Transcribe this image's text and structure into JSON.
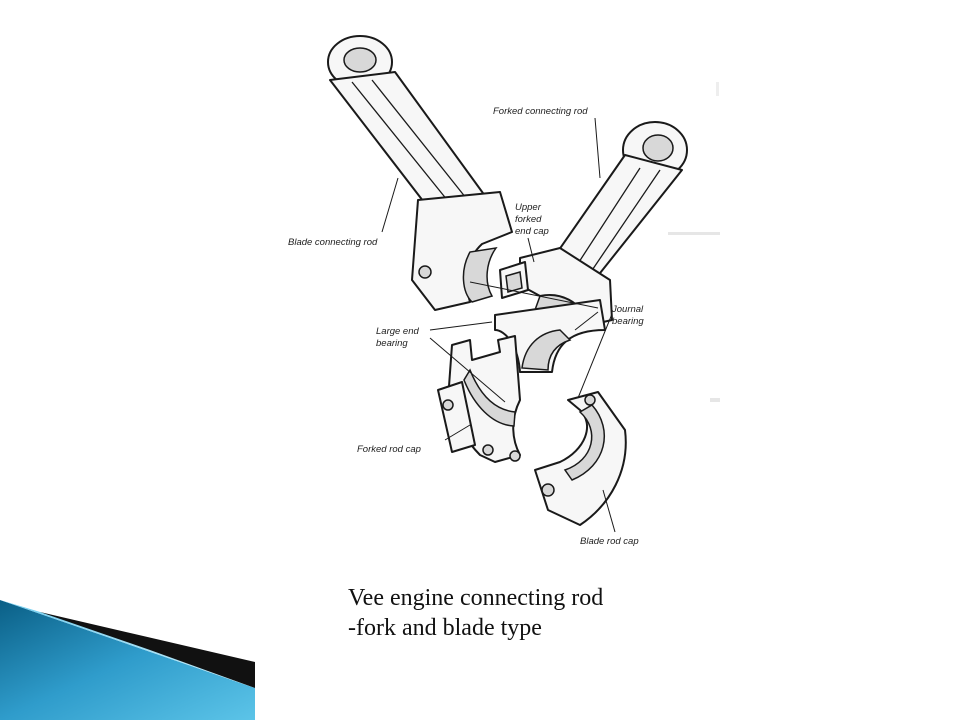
{
  "diagram": {
    "labels": {
      "forked_connecting_rod": "Forked connecting rod",
      "blade_connecting_rod": "Blade connecting rod",
      "upper_forked_end_cap_1": "Upper",
      "upper_forked_end_cap_2": "forked",
      "upper_forked_end_cap_3": "end cap",
      "journal_bearing_1": "Journal",
      "journal_bearing_2": "bearing",
      "large_end_bearing_1": "Large end",
      "large_end_bearing_2": "bearing",
      "forked_rod_cap": "Forked rod cap",
      "blade_rod_cap": "Blade rod cap"
    },
    "caption": {
      "line1": "Vee engine connecting rod",
      "line2": "-fork and blade type"
    }
  },
  "theme": {
    "accent_dark": "#0a5f86",
    "accent_light": "#5cc4e8"
  }
}
